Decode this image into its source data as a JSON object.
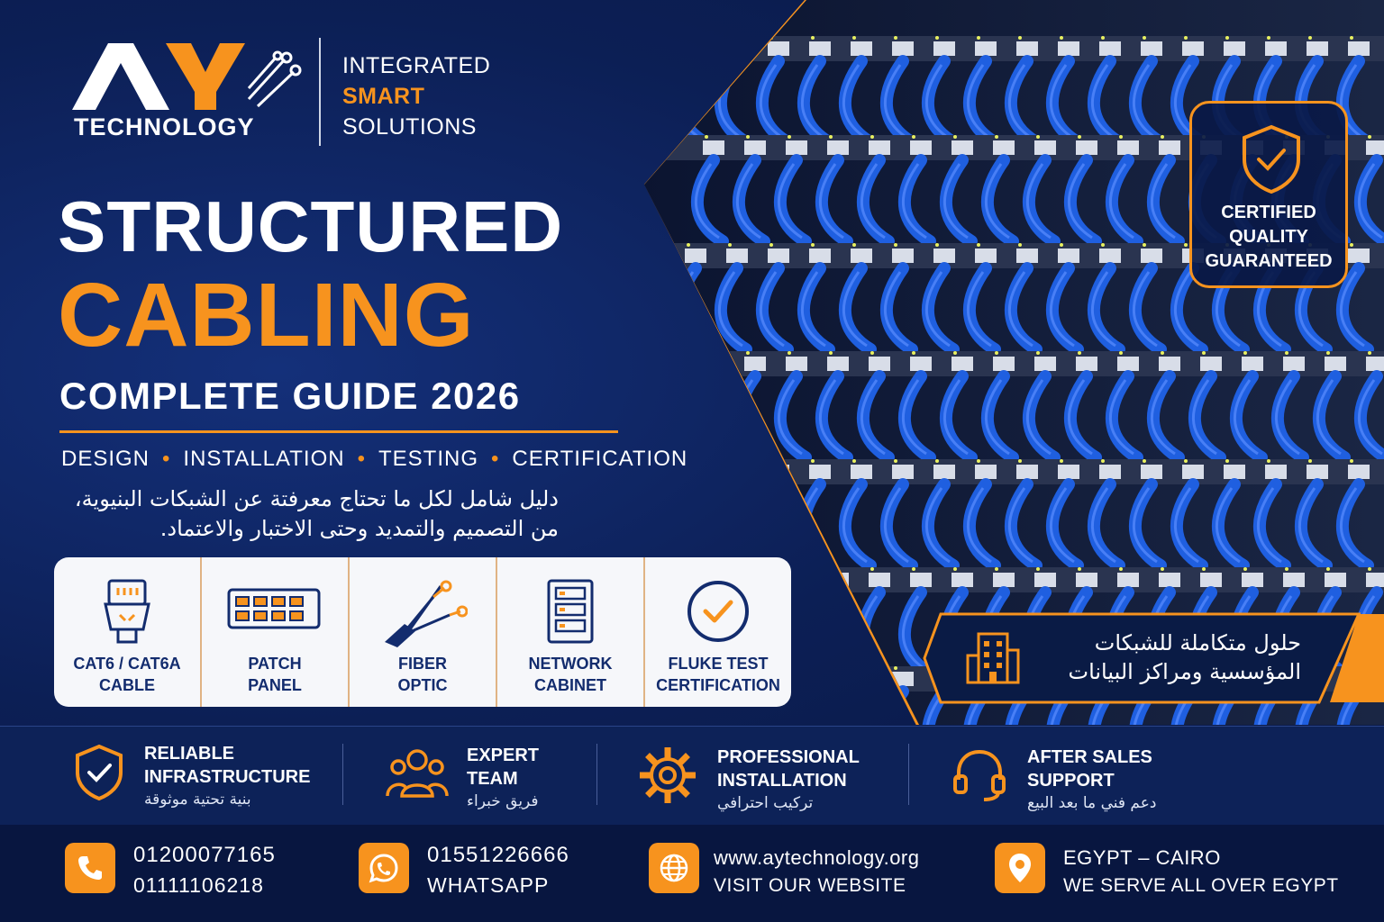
{
  "brand": {
    "logo_letters": "AY",
    "logo_word": "TECHNOLOGY",
    "tagline": [
      "INTEGRATED",
      "SMART",
      "SOLUTIONS"
    ]
  },
  "headline": {
    "line1": "STRUCTURED",
    "line2": "CABLING",
    "line3": "COMPLETE GUIDE 2026"
  },
  "services": [
    "DESIGN",
    "INSTALLATION",
    "TESTING",
    "CERTIFICATION"
  ],
  "services_separator": "•",
  "arabic_intro": [
    "دليل شامل لكل ما تحتاج معرفتة عن الشبكات البنيوية،",
    "من التصميم والتمديد وحتى الاختبار والاعتماد."
  ],
  "features": [
    {
      "icon": "ethernet-plug-icon",
      "label": [
        "CAT6 / CAT6A",
        "CABLE"
      ]
    },
    {
      "icon": "patch-panel-icon",
      "label": [
        "PATCH",
        "PANEL"
      ]
    },
    {
      "icon": "fiber-optic-icon",
      "label": [
        "FIBER",
        "OPTIC"
      ]
    },
    {
      "icon": "network-cabinet-icon",
      "label": [
        "NETWORK",
        "CABINET"
      ]
    },
    {
      "icon": "check-circle-icon",
      "label": [
        "FLUKE TEST",
        "CERTIFICATION"
      ]
    }
  ],
  "certified_badge": {
    "icon": "shield-check-icon",
    "lines": [
      "CERTIFIED",
      "QUALITY",
      "GUARANTEED"
    ]
  },
  "arabic_banner": {
    "icon": "building-icon",
    "lines": [
      "حلول متكاملة للشبكات",
      "المؤسسية ومراكز البيانات"
    ]
  },
  "benefits": [
    {
      "icon": "shield-check-icon",
      "title": [
        "RELIABLE",
        "INFRASTRUCTURE"
      ],
      "arabic": "بنية تحتية موثوقة"
    },
    {
      "icon": "team-icon",
      "title": [
        "EXPERT",
        "TEAM"
      ],
      "arabic": "فريق خبراء"
    },
    {
      "icon": "gear-icon",
      "title": [
        "PROFESSIONAL",
        "INSTALLATION"
      ],
      "arabic": "تركيب احترافي"
    },
    {
      "icon": "headset-icon",
      "title": [
        "AFTER SALES",
        "SUPPORT"
      ],
      "arabic": "دعم فني ما بعد البيع"
    }
  ],
  "contact": {
    "phone": {
      "icon": "phone-icon",
      "line1": "01200077165",
      "line2": "01111106218"
    },
    "whatsapp": {
      "icon": "whatsapp-icon",
      "line1": "01551226666",
      "line2": "WHATSAPP"
    },
    "website": {
      "icon": "globe-icon",
      "line1": "www.aytechnology.org",
      "line2": "VISIT OUR WEBSITE"
    },
    "location": {
      "icon": "location-pin-icon",
      "line1": "EGYPT – CAIRO",
      "line2": "WE SERVE ALL OVER EGYPT"
    }
  },
  "colors": {
    "accent": "#f7931e",
    "navy": "#0a1b45",
    "card": "#f6f7fa",
    "card_text": "#132c6e",
    "cable_blue": "#1f5fe0"
  }
}
